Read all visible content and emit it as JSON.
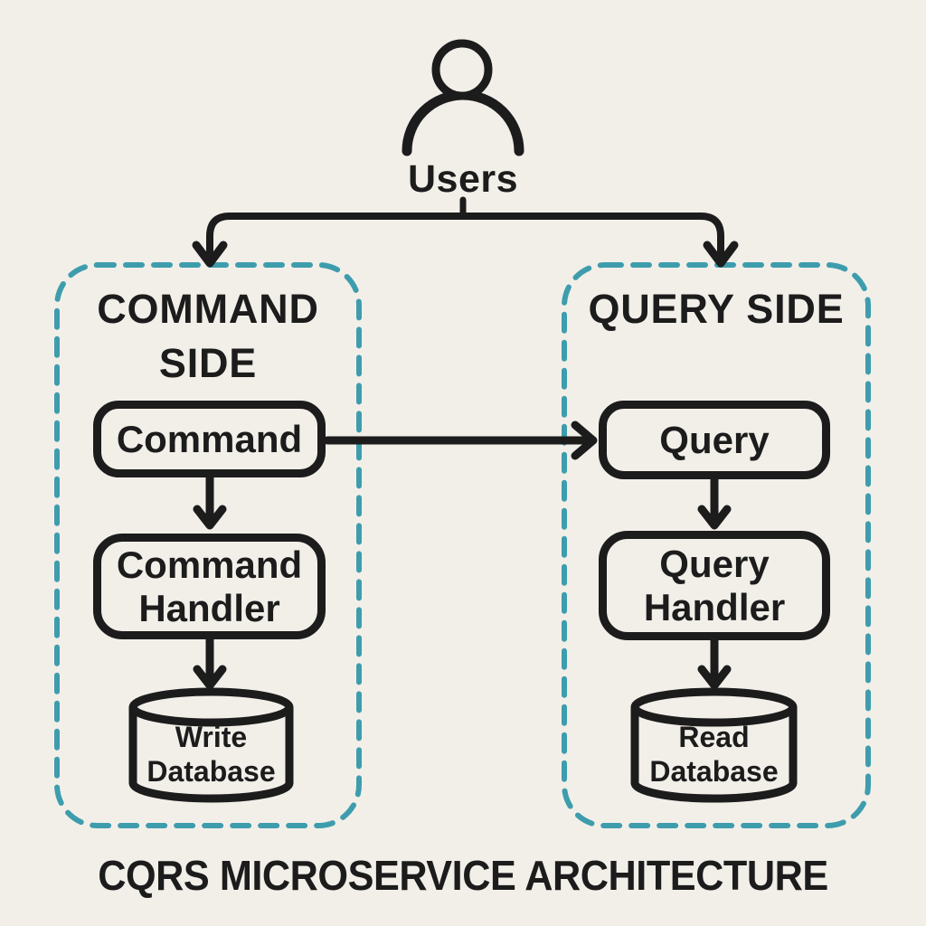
{
  "title": "CQRS MICROSERVICE ARCHITECTURE",
  "users": {
    "label": "Users",
    "icon": "user-icon"
  },
  "command_side": {
    "label": "COMMAND SIDE",
    "nodes": {
      "command": "Command",
      "command_handler": "Command Handler",
      "write_database": "Write Database"
    }
  },
  "query_side": {
    "label": "QUERY SIDE",
    "nodes": {
      "query": "Query",
      "query_handler": "Query Handler",
      "read_database": "Read Database"
    }
  },
  "edges": [
    {
      "from": "Users",
      "to": "COMMAND SIDE"
    },
    {
      "from": "Users",
      "to": "QUERY SIDE"
    },
    {
      "from": "Command",
      "to": "Query"
    },
    {
      "from": "Command",
      "to": "Command Handler"
    },
    {
      "from": "Command Handler",
      "to": "Write Database"
    },
    {
      "from": "Query",
      "to": "Query Handler"
    },
    {
      "from": "Query Handler",
      "to": "Read Database"
    }
  ],
  "colors": {
    "background": "#F2EFE9",
    "stroke": "#1C1C1C",
    "dashed_border": "#3E9DAD"
  }
}
